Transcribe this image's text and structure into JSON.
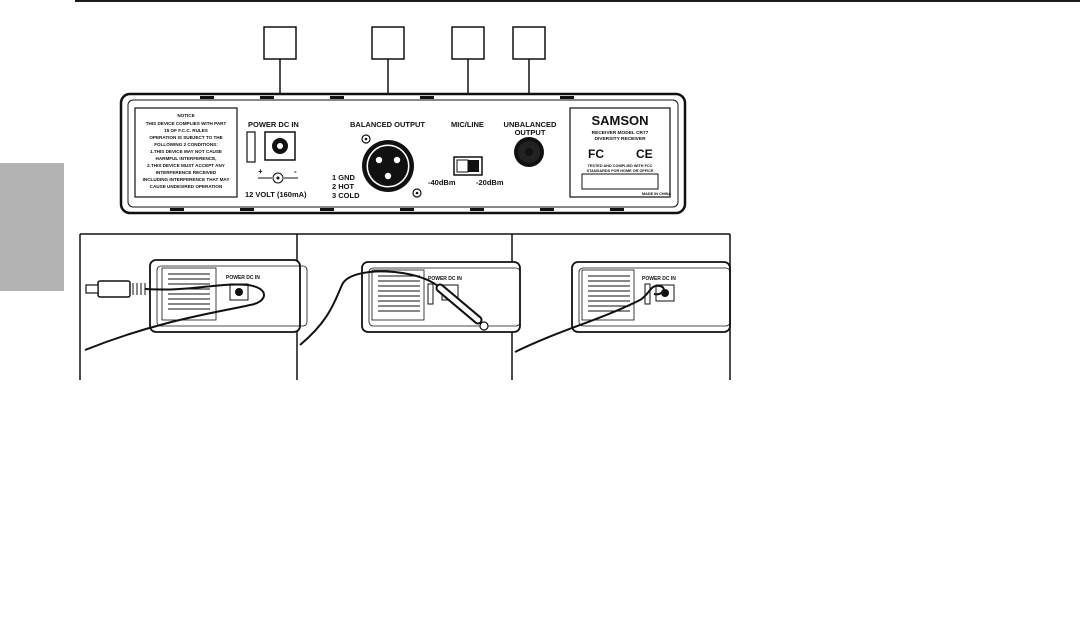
{
  "callouts": [
    "",
    "",
    "",
    ""
  ],
  "notice": {
    "lines": [
      "NOTICE",
      "THIS DEVICE COMPLIES WITH PART",
      "15 OF F.C.C. RULES",
      "OPERATION IS SUBJECT TO THE",
      "FOLLOWING 2 CONDITIONS:",
      "1.THIS DEVICE MAY NOT CAUSE",
      "HARMFUL INTERFERENCE,",
      "2.THIS DEVICE MUST ACCEPT ANY",
      "INTERFERENCE RECEIVED",
      "INCLUDING INTERFERENCE THAT MAY",
      "CAUSE UNDESIRED OPERATION"
    ]
  },
  "power": {
    "label": "POWER DC IN",
    "plus": "+",
    "minus": "-",
    "volt": "12 VOLT (160mA)"
  },
  "balanced": {
    "label": "BALANCED OUTPUT",
    "pins": [
      "1 GND",
      "2 HOT",
      "3 COLD"
    ]
  },
  "micline": {
    "label": "MIC/LINE",
    "left": "-40dBm",
    "right": "-20dBm"
  },
  "unbalanced": {
    "label1": "UNBALANCED",
    "label2": "OUTPUT"
  },
  "brand": {
    "name": "SAMSON",
    "model": "RECEIVER MODEL CR77",
    "type": "DIVERSITY RECEIVER",
    "fcc": "FC",
    "ce": "CE",
    "tested1": "TESTED AND COMPLIED WITH FCC",
    "tested2": "STANDARDS FOR HOME OR OFFICE",
    "made": "MADE IN CHINA"
  },
  "steps": {
    "power_label": "POWER DC IN"
  }
}
